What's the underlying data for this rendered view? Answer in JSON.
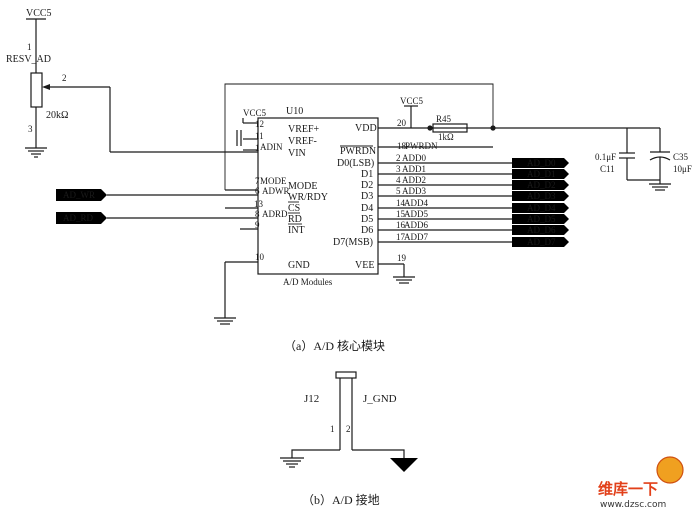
{
  "pot": {
    "vcc": "VCC5",
    "label": "RESV_AD",
    "pin1": "1",
    "pin2": "2",
    "pin3": "3",
    "value": "20kΩ"
  },
  "chip": {
    "ref": "U10",
    "vcc_label": "VCC5",
    "module_label": "A/D Modules",
    "left_pins": [
      {
        "num": "12",
        "name": "VREF+"
      },
      {
        "num": "11",
        "name": "VREF-"
      },
      {
        "num": "1",
        "name": "ADIN",
        "net": "VIN"
      },
      {
        "num": "7",
        "net": "MODE",
        "name": "MODE"
      },
      {
        "num": "6",
        "net": "ADWR",
        "name": "WR/RDY"
      },
      {
        "num": "13",
        "name": "CS"
      },
      {
        "num": "8",
        "net": "ADRD",
        "name": "RD"
      },
      {
        "num": "9",
        "name": "INT"
      },
      {
        "num": "10",
        "name": "GND"
      }
    ],
    "right_pins": [
      {
        "num": "20",
        "name": "VDD"
      },
      {
        "num": "18",
        "name": "PWRDN",
        "net": "PWRDN"
      },
      {
        "num": "2",
        "name": "D0(LSB)",
        "net": "ADD0"
      },
      {
        "num": "3",
        "name": "D1",
        "net": "ADD1"
      },
      {
        "num": "4",
        "name": "D2",
        "net": "ADD2"
      },
      {
        "num": "5",
        "name": "D3",
        "net": "ADD3"
      },
      {
        "num": "14",
        "name": "D4",
        "net": "ADD4"
      },
      {
        "num": "15",
        "name": "D5",
        "net": "ADD5"
      },
      {
        "num": "16",
        "name": "D6",
        "net": "ADD6"
      },
      {
        "num": "17",
        "name": "D7(MSB)",
        "net": "ADD7"
      },
      {
        "num": "19",
        "name": "VEE"
      }
    ]
  },
  "right_supply": {
    "vcc": "VCC5",
    "resistor": "R45",
    "resistor_value": "1kΩ"
  },
  "caps": {
    "c11_value": "0.1μF",
    "c11_ref": "C11",
    "c35_ref": "C35",
    "c35_value": "10μF"
  },
  "ports_in": [
    "AD_WR",
    "AD_RD"
  ],
  "ports_out": [
    "AD_D0",
    "AD_D1",
    "AD_D2",
    "AD_D3",
    "AD_D4",
    "AD_D5",
    "AD_D6",
    "AD_D7"
  ],
  "caption_a": "（a）A/D 核心模块",
  "jumper": {
    "ref": "J12",
    "net": "J_GND",
    "pin1": "1",
    "pin2": "2"
  },
  "caption_b": "（b）A/D 接地",
  "watermark": {
    "brand": "维库一下",
    "url": "www.dzsc.com"
  }
}
